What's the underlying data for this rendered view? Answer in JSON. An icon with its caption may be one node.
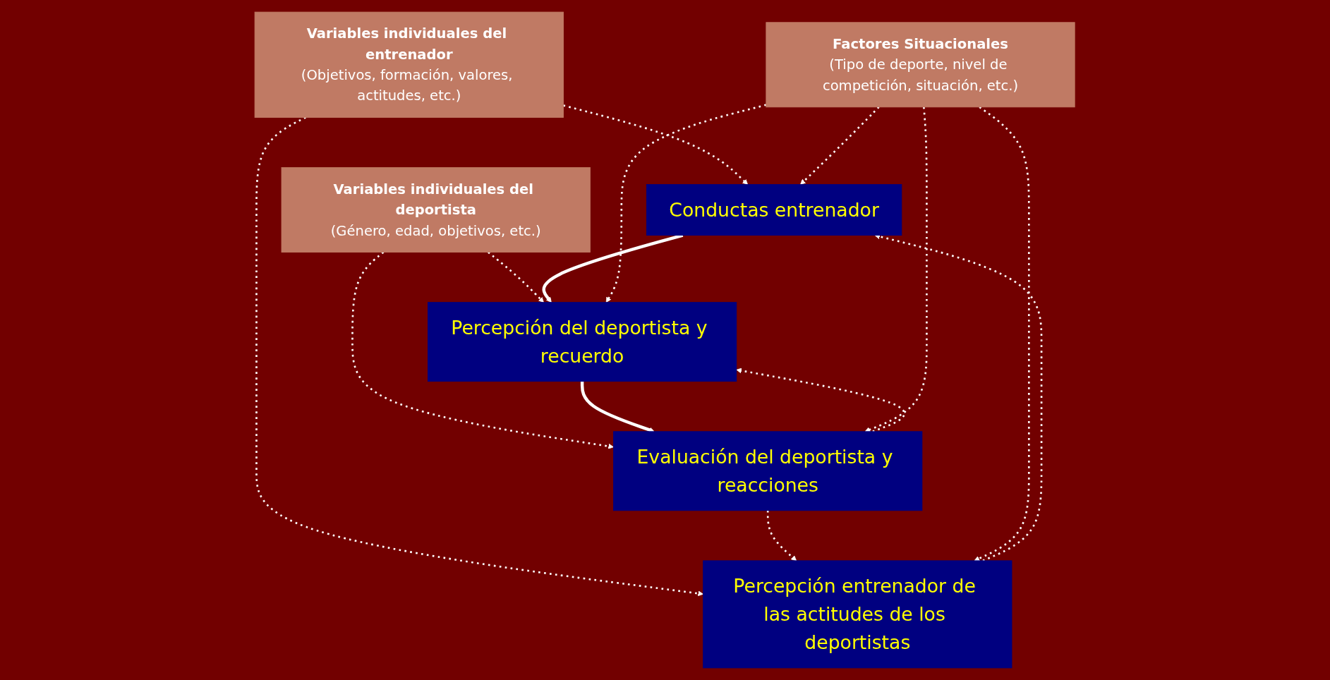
{
  "diagram": {
    "nodes": [
      {
        "text": [
          "Variables individuales del entrenador",
          "(Objetivos, formación, valores, actitudes, etc.)"
        ]
      },
      {
        "text": [
          "Variables individuales del deportista",
          "(Género, edad, objetivos, etc.)"
        ]
      },
      {
        "text": [
          "Conductas entrenador"
        ]
      },
      {
        "text": [
          "Percepción del deportista y recuerdo"
        ]
      },
      {
        "text": [
          "Evaluación del deportista y reacciones"
        ]
      },
      {
        "text": [
          "Percepción entrenador de las actitudes de los deportistas"
        ]
      },
      {
        "text": [
          "Factores Situacionales",
          "(Tipo de deporte, nivel de competición, situación, etc.)"
        ]
      }
    ],
    "edges": [
      {
        "from": 0,
        "to": 2,
        "arrow": "to",
        "style": "dashed"
      },
      {
        "from": 0,
        "to": 5,
        "arrow": "to",
        "style": "dashed"
      },
      {
        "from": 1,
        "to": 3,
        "arrow": "to",
        "style": "dashed"
      },
      {
        "from": 1,
        "to": 4,
        "arrow": "to",
        "style": "dashed"
      },
      {
        "from": 2,
        "to": 3,
        "arrow": "to"
      },
      {
        "from": 3,
        "to": 4,
        "arrow": "to"
      },
      {
        "from": 4,
        "to": 3,
        "arrow": "to",
        "style": "dashed"
      },
      {
        "from": 5,
        "to": 2,
        "arrow": "to",
        "style": "dashed"
      },
      {
        "from": 4,
        "to": 5,
        "arrow": "to",
        "style": "dashed"
      },
      {
        "from": 6,
        "to": 2,
        "arrow": "to",
        "style": "dashed"
      },
      {
        "from": 6,
        "to": 5,
        "arrow": "to",
        "style": "dashed"
      },
      {
        "from": 6,
        "to": 3,
        "arrow": "to",
        "style": "dashed"
      },
      {
        "from": 6,
        "to": 4,
        "arrow": "to",
        "style": "dashed"
      }
    ]
  }
}
